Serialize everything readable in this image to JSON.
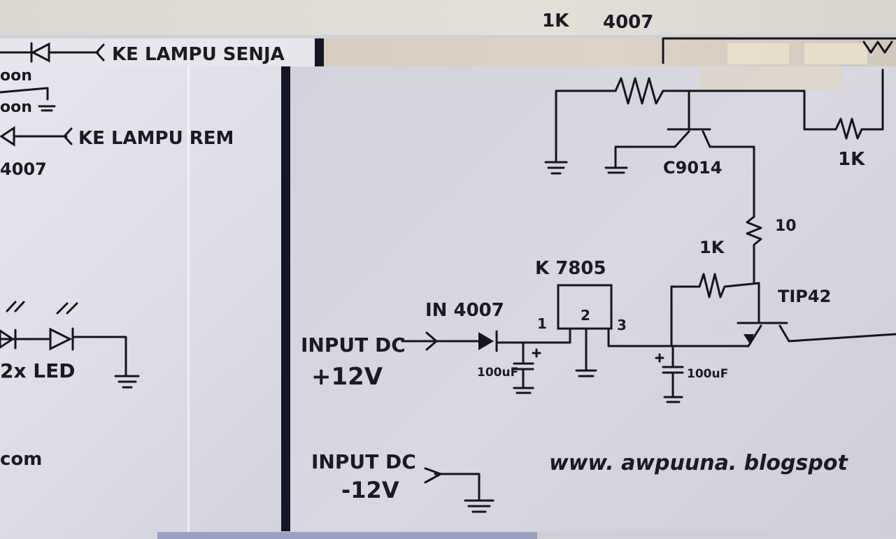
{
  "labels": {
    "top_1k": "1K",
    "top_4007": "4007",
    "ke_lampu_senja": "KE LAMPU  SENJA",
    "ke_lampu_rem": "KE LAMPU   REM",
    "left_4007": "4007",
    "left_oon_1": "oon",
    "left_oon_2": "oon",
    "led_count": "2x  LED",
    "left_com": "com",
    "right_1k_top": "1K",
    "transistor_c9014": "C9014",
    "resistor_10": "10",
    "resistor_1k_mid": "1K",
    "regulator": "K 7805",
    "reg_pin1": "1",
    "reg_pin2": "2",
    "reg_pin3": "3",
    "transistor_tip42": "TIP42",
    "diode_in4007": "IN 4007",
    "input_dc_pos_line1": "INPUT DC",
    "input_dc_pos_line2": "+12V",
    "cap_left": "100uF",
    "cap_right": "100uF",
    "input_dc_neg_line1": "INPUT DC",
    "input_dc_neg_line2": "-12V",
    "website": "www. awpuuna. blogspot"
  }
}
